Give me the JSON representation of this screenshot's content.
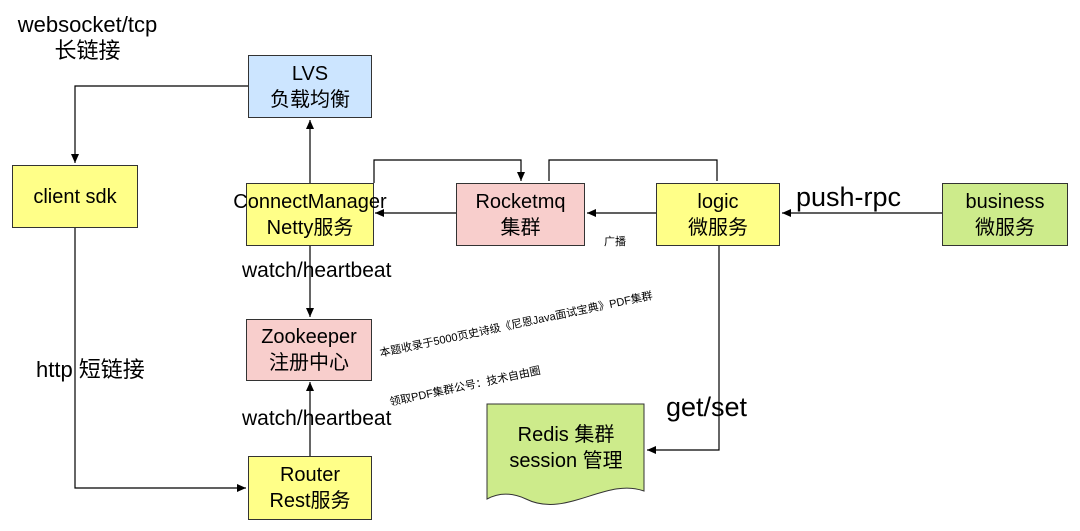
{
  "colors": {
    "yellow": "#ffff88",
    "blue": "#cce5ff",
    "red": "#f8cecc",
    "green": "#cdeb8b",
    "line": "#000000"
  },
  "nodes": {
    "lvs": {
      "line1": "LVS",
      "line2": "负载均衡"
    },
    "client": {
      "line1": "client sdk"
    },
    "connect": {
      "line1": "ConnectManager",
      "line2": "Netty服务"
    },
    "rocketmq": {
      "line1": "Rocketmq",
      "line2": "集群"
    },
    "logic": {
      "line1": "logic",
      "line2": "微服务"
    },
    "business": {
      "line1": "business",
      "line2": "微服务"
    },
    "zookeeper": {
      "line1": "Zookeeper",
      "line2": "注册中心"
    },
    "redis": {
      "line1": "Redis 集群",
      "line2": "session 管理"
    },
    "router": {
      "line1": "Router",
      "line2": "Rest服务"
    }
  },
  "labels": {
    "websocket_line1": "websocket/tcp",
    "websocket_line2": "长链接",
    "http": "http 短链接",
    "watch_top": "watch/heartbeat",
    "watch_bottom": "watch/heartbeat",
    "push_rpc": "push-rpc",
    "broadcast": "广播",
    "get_set": "get/set",
    "watermark_1": "本题收录于5000页史诗级《尼恩Java面试宝典》PDF集群",
    "watermark_2": "领取PDF集群公号：技术自由圈"
  }
}
